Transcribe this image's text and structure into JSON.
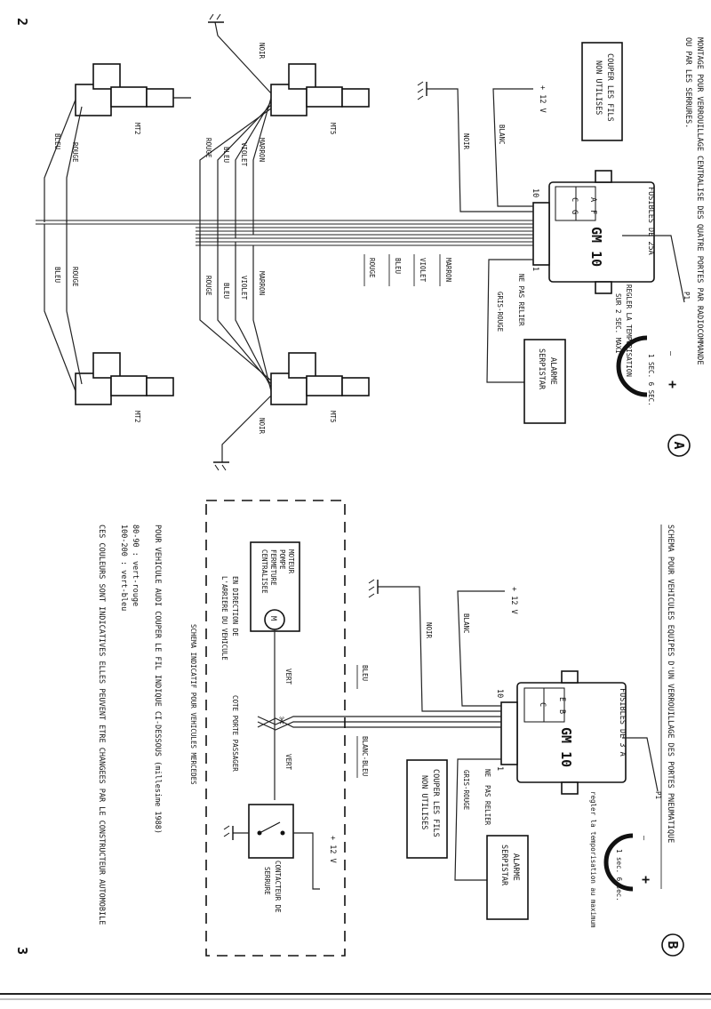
{
  "page": {
    "number_left": "2",
    "number_right": "3"
  },
  "diagram_a": {
    "marker": "A",
    "title_line1": "MONTAGE POUR VERROUILLAGE CENTRALISE DES QUATRE PORTES PAR RADIOCOMMANDE",
    "title_line2": "OU PAR LES SERRURES.",
    "cut_note_line1": "COUPER LES FILS",
    "cut_note_line2": "NON UTILISES",
    "module_name": "GM 10",
    "fuse_label": "FUSIBLES DE 25A",
    "fuse_letters": [
      "A",
      "F",
      "C",
      "G"
    ],
    "pin_high": "10",
    "pin_low": "1",
    "supply": "+ 12 V",
    "wire_blanc": "BLANC",
    "wire_noir": "NOIR",
    "bus_labels": [
      "MARRON",
      "VIOLET",
      "BLEU",
      "ROUGE"
    ],
    "ne_pas_relier": "NE PAS RELIER",
    "gris_rouge": "GRIS-ROUGE",
    "tempo_line1": "REGLER LA TEMPORISATION",
    "tempo_line2": "SUR 2 SEC. MAXI",
    "p1": "P1",
    "pot_minus": "—",
    "pot_plus": "+",
    "pot_range": "1 SEC. 6 SEC.",
    "alarm_line1": "ALARME",
    "alarm_line2": "SERPISTAR",
    "motors": [
      {
        "label": "MT2",
        "wires": [
          "BLEU",
          "ROUGE"
        ]
      },
      {
        "label": "MT5",
        "wires": [
          "NOIR",
          "MARRON",
          "VIOLET",
          "BLEU",
          "ROUGE"
        ]
      },
      {
        "label": "MT5",
        "wires": [
          "NOIR",
          "MARRON",
          "VIOLET",
          "BLEU",
          "ROUGE"
        ]
      },
      {
        "label": "MT2",
        "wires": [
          "BLEU",
          "ROUGE"
        ]
      }
    ]
  },
  "diagram_b": {
    "marker": "B",
    "title": "SCHEMA POUR VEHICULES EQUIPES D'UN VERROUILLAGE DES PORTES PNEUMATIQUE",
    "module_name": "GM 10",
    "fuse_label": "FUSIBLES DE 3 A",
    "fuse_letters": [
      "E",
      "B",
      "C"
    ],
    "pin_high": "10",
    "pin_low": "1",
    "supply": "+ 12 V",
    "wire_blanc": "BLANC",
    "wire_noir": "NOIR",
    "wire_bleu": "BLEU",
    "wire_blanc_bleu": "BLANC-BLEU",
    "ne_pas_relier_1": "NE",
    "ne_pas_relier_2": "PAS RELIER",
    "gris_rouge": "GRIS-ROUGE",
    "cut_note_line1": "COUPER LES FILS",
    "cut_note_line2": "NON UTILISES",
    "tempo": "regler la temporisation au maximum",
    "p1": "P1",
    "pot_minus": "—",
    "pot_plus": "+",
    "pot_range": "1 sec. 6 sec.",
    "alarm_line1": "ALARME",
    "alarm_line2": "SERPISTAR",
    "mercedes_title": "SCHEMA INDICATIF POUR VEHICULES MERCEDES",
    "motor_line1": "MOTEUR",
    "motor_line2": "POMPE",
    "motor_line3": "FERMETURE",
    "motor_line4": "CENTRALISEE",
    "motor_symbol": "M",
    "direction_line1": "EN DIRECTION DE",
    "direction_line2": "L'ARRIERE DU VEHICULE",
    "vert_1": "VERT",
    "vert_2": "VERT",
    "passenger_side": "COTE PORTE PASSAGER",
    "contact_line1": "CONTACTEUR DE",
    "contact_line2": "SERRURE",
    "contact_supply": "+ 12 V"
  },
  "notes": {
    "audi": "POUR VEHICULE AUDI COUPER LE FIL INDIQUE CI-DESSOUS (millesime 1988)",
    "audi_80": "80-90 : vert-rouge",
    "audi_100": "100-200 : vert-bleu",
    "disclaimer": "CES COULEURS SONT INDICATIVES ELLES PEUVENT ETRE CHANGEES PAR LE CONSTRUCTEUR AUTOMOBILE"
  }
}
